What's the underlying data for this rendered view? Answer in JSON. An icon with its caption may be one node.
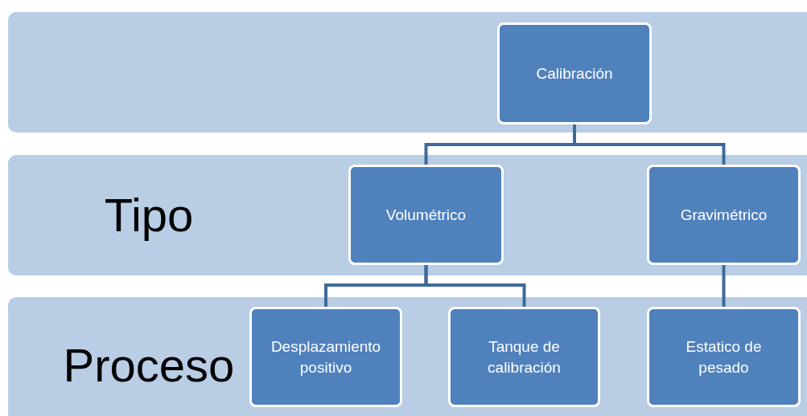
{
  "diagram": {
    "nodes": [
      {
        "text": [],
        "shape": "box"
      },
      {
        "text": [
          "Calibración"
        ],
        "in": 0
      },
      {
        "text": [
          "Tipo"
        ]
      },
      {
        "text": [
          "Volumétrico"
        ],
        "in": 2
      },
      {
        "text": [
          "Gravimétrico"
        ],
        "in": 2
      },
      {
        "text": [
          "Proceso"
        ]
      },
      {
        "text": [
          "Desplazamiento positivo"
        ],
        "in": 5
      },
      {
        "text": [
          "Tanque de calibración"
        ],
        "in": 5
      },
      {
        "text": [
          "Estatico de pesado"
        ],
        "in": 5
      }
    ],
    "edges": [
      {
        "from": 1,
        "to": 3,
        "arrow": "none"
      },
      {
        "from": 1,
        "to": 4,
        "arrow": "none"
      },
      {
        "from": 3,
        "to": 6,
        "arrow": "none"
      },
      {
        "from": 3,
        "to": 7,
        "arrow": "none"
      },
      {
        "from": 4,
        "to": 8,
        "arrow": "none"
      }
    ]
  }
}
